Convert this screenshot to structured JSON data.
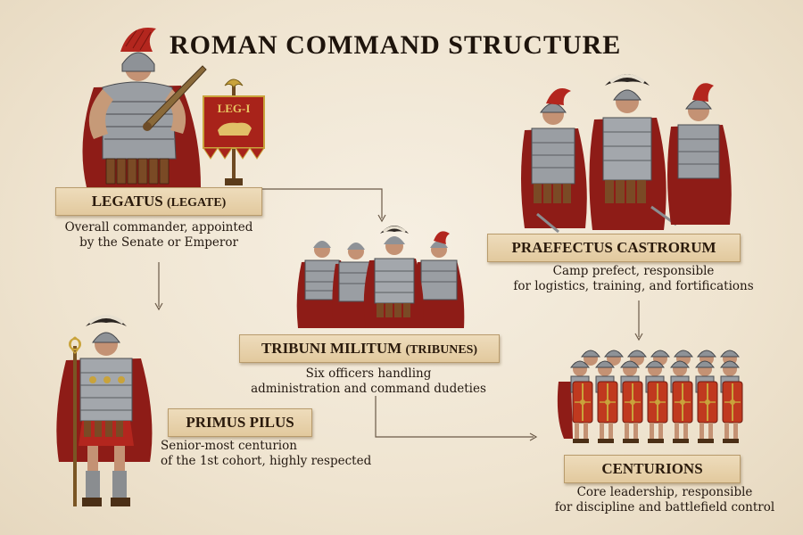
{
  "title": "ROMAN COMMAND STRUCTURE",
  "nodes": {
    "legatus": {
      "name": "LEGATUS",
      "sub": "(LEGATE)",
      "desc": [
        "Overall commander, appointed",
        "by the Senate or Emperor"
      ],
      "banner_text": "LEG-I"
    },
    "tribuni": {
      "name": "TRIBUNI MILITUM",
      "sub": "(TRIBUNES)",
      "desc": [
        "Six officers handling",
        "administration and command dudeties"
      ]
    },
    "praefectus": {
      "name": "PRAEFECTUS CASTRORUM",
      "desc": [
        "Camp prefect, responsible",
        "for logistics, training, and fortifications"
      ]
    },
    "primus": {
      "name": "PRIMUS PILUS",
      "desc": [
        "Senior-most centurion",
        "of the 1st cohort, highly respected"
      ]
    },
    "centurions": {
      "name": "CENTURIONS",
      "desc": [
        "Core leadership, responsible",
        "for discipline and battlefield control"
      ]
    }
  },
  "colors": {
    "background": "#f1e7d5",
    "label_fill": "#e6d0a8",
    "arrow": "#6b5a48",
    "armor": "#9a9ea3",
    "crest_red": "#b3261e",
    "shield_red": "#c0391f",
    "banner_red": "#a8231a",
    "gold": "#c9a33b"
  }
}
